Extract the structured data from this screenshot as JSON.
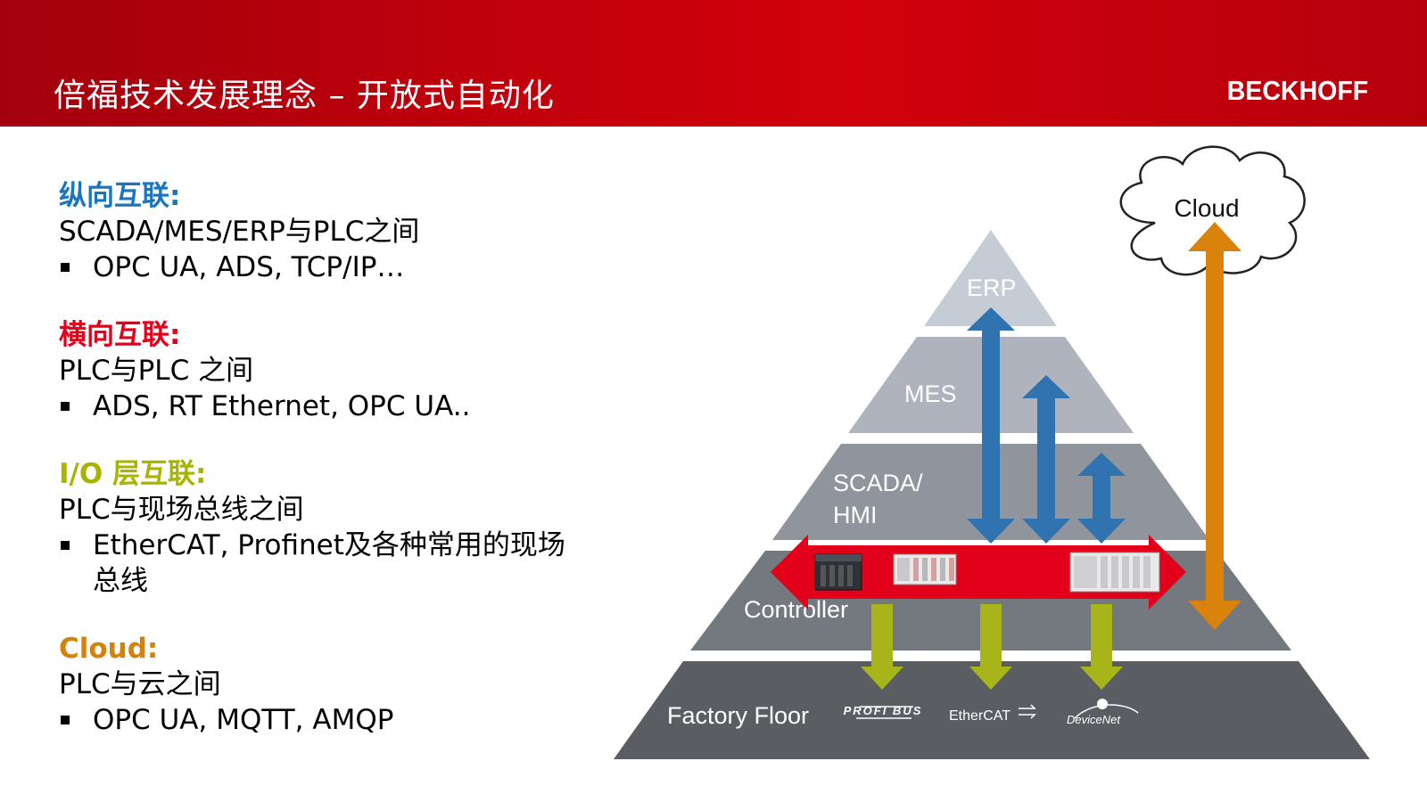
{
  "header": {
    "title": "倍福技术发展理念 – 开放式自动化",
    "logo": "BECKHOFF",
    "background_color": "#c4000c"
  },
  "sections": [
    {
      "title": "纵向互联:",
      "color": "#1b75bb",
      "line": "SCADA/MES/ERP与PLC之间",
      "bullets": [
        "OPC UA, ADS, TCP/IP…"
      ]
    },
    {
      "title": "横向互联:",
      "color": "#e2001a",
      "line": "PLC与PLC 之间",
      "bullets": [
        "ADS, RT Ethernet, OPC UA.."
      ]
    },
    {
      "title": "I/O 层互联:",
      "color": "#a8b400",
      "line": "PLC与现场总线之间",
      "bullets": [
        "EtherCAT, Profinet及各种常用的现场总线"
      ]
    },
    {
      "title": "Cloud:",
      "color": "#d4820a",
      "line": "PLC与云之间",
      "bullets": [
        "OPC UA, MQTT, AMQP"
      ]
    }
  ],
  "diagram": {
    "levels": [
      {
        "label": "ERP",
        "color": "#c6ccd6"
      },
      {
        "label": "MES",
        "color": "#aeb3bd"
      },
      {
        "label": "SCADA/",
        "label2": "HMI",
        "color": "#90959d"
      },
      {
        "label": "Controller",
        "color": "#74787f"
      },
      {
        "label": "Factory Floor",
        "color": "#5a5d62"
      }
    ],
    "cloud_label": "Cloud",
    "fieldbus_logos": [
      "PROFI BUS",
      "EtherCAT",
      "DeviceNet"
    ],
    "arrow_colors": {
      "vertical": "#2f73b1",
      "horizontal": "#e2001a",
      "io": "#a7b51b",
      "cloud": "#d9820c"
    }
  }
}
